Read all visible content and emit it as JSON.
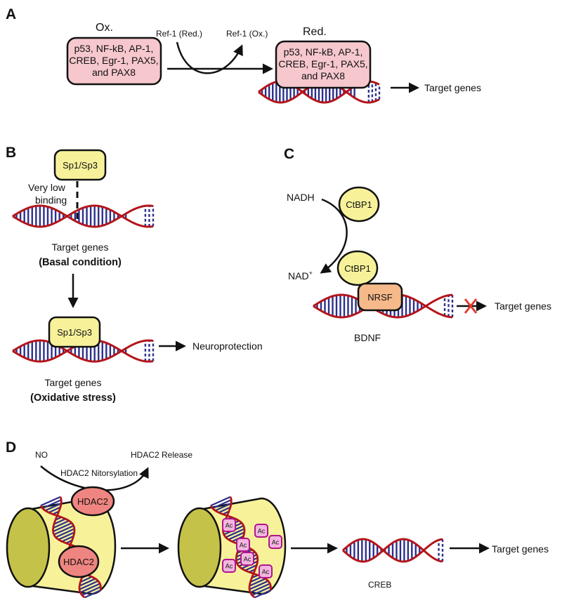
{
  "colors": {
    "dna_backbone": "#b3151b",
    "dna_rung": "#2b2f8c",
    "pink_box": "#f6c8cd",
    "yellow": "#f7f29a",
    "orange": "#f6b98a",
    "salmon": "#ef8580",
    "olive": "#c5c24a",
    "arrow": "#111111",
    "ac_fill": "#f2b6df",
    "ac_stroke": "#b0148c",
    "cross": "#e23a2e"
  },
  "panel_a": {
    "label": "A",
    "ox_title": "Ox.",
    "red_title": "Red.",
    "ref1_red": "Ref-1 (Red.)",
    "ref1_ox": "Ref-1 (Ox.)",
    "box_lines": [
      "p53, NF-kB, AP-1,",
      "CREB, Egr-1, PAX5,",
      "and PAX8"
    ],
    "target": "Target genes"
  },
  "panel_b": {
    "label": "B",
    "factor": "Sp1/Sp3",
    "low_binding_1": "Very low",
    "low_binding_2": "binding",
    "target_genes": "Target genes",
    "basal": "(Basal condition)",
    "oxidative": "(Oxidative stress)",
    "neuroprotection": "Neuroprotection"
  },
  "panel_c": {
    "label": "C",
    "nadh": "NADH",
    "nad": "NAD",
    "nad_sup": "+",
    "ctbp1": "CtBP1",
    "nrsf": "NRSF",
    "bdnf": "BDNF",
    "target": "Target genes"
  },
  "panel_d": {
    "label": "D",
    "no": "NO",
    "nitrosylation": "HDAC2 Nitorsylation",
    "release": "HDAC2 Release",
    "hdac2": "HDAC2",
    "ac": "Ac",
    "creb": "CREB",
    "target": "Target genes"
  }
}
